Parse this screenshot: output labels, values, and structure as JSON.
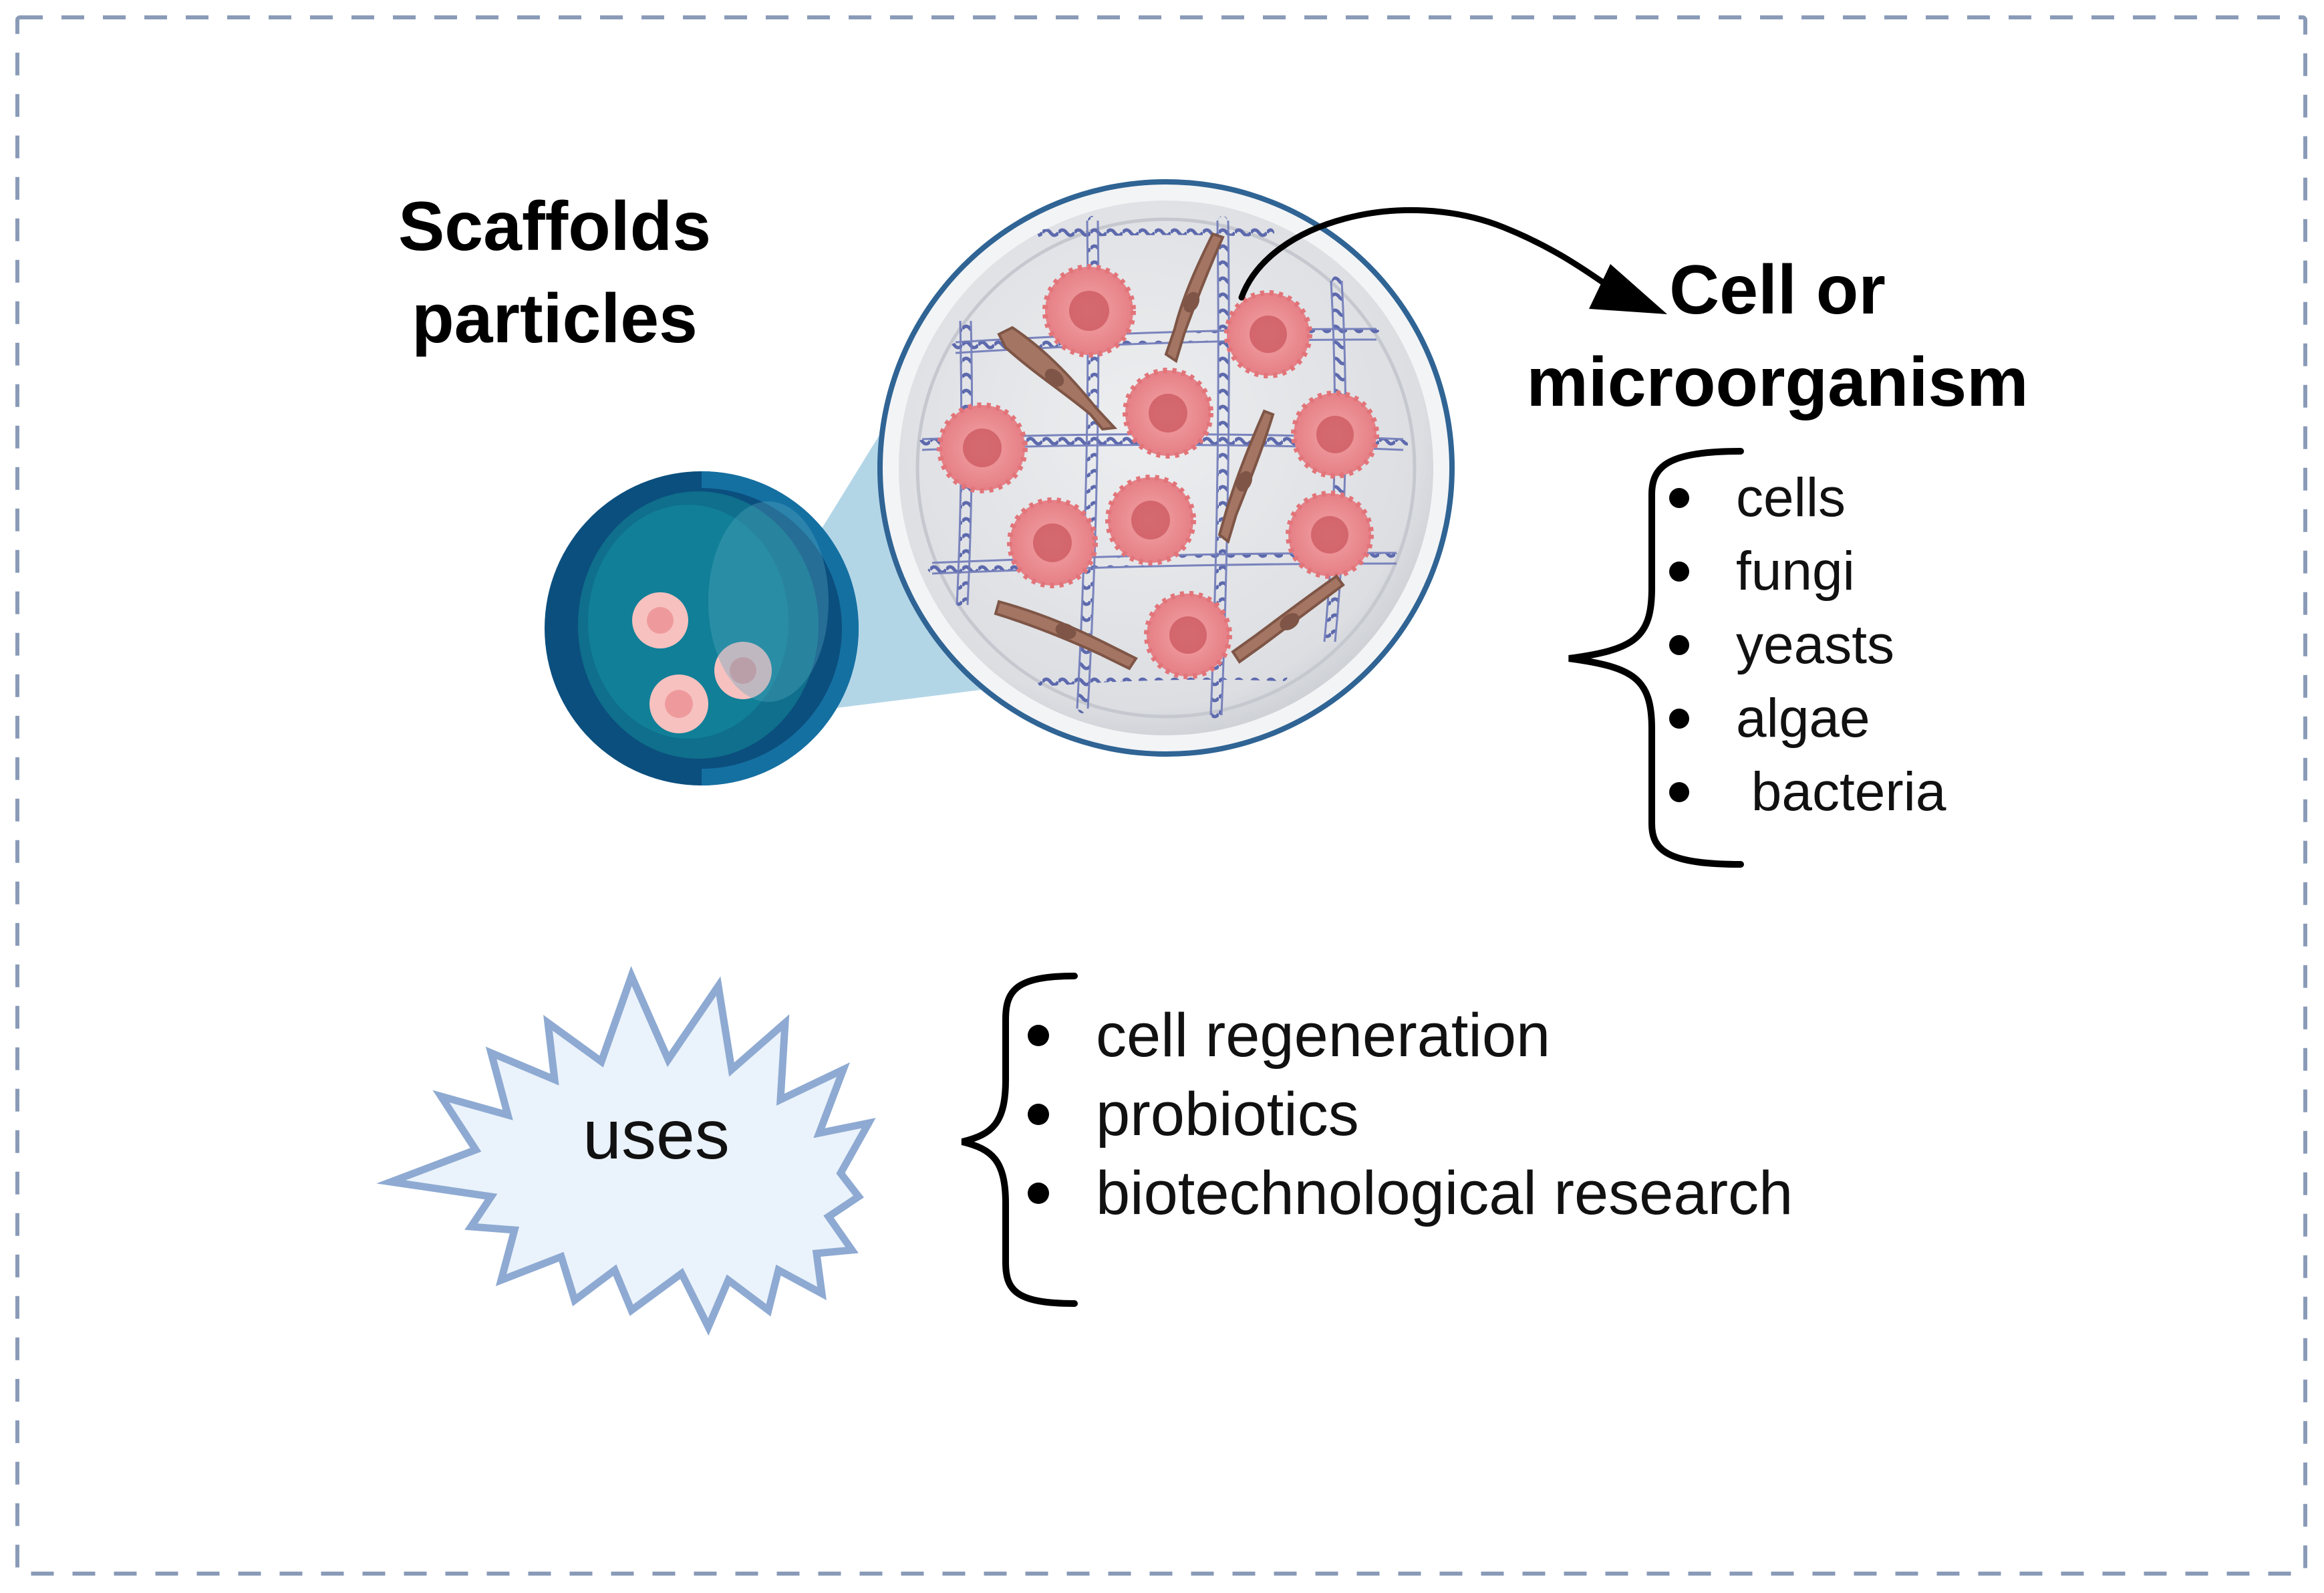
{
  "headings": {
    "scaffolds": [
      "Scaffolds",
      "particles"
    ],
    "organism": [
      "Cell or",
      "microorganism"
    ]
  },
  "organism_types": [
    "cells",
    "fungi",
    "yeasts",
    "algae",
    " bacteria"
  ],
  "uses_label": "uses",
  "uses": [
    "cell regeneration",
    "probiotics",
    "biotechnological research"
  ],
  "colors": {
    "frame_dash": "#8a9bb8",
    "particle_dark": "#0b4f7e",
    "particle_teal": "#117f97",
    "zoom_cone": "#9ecbe0",
    "dish_rim": "#2f6494",
    "dish_fill": "#dfe1e4",
    "mesh_fiber": "#6e79b8",
    "round_cell": "#e68388",
    "round_cell_nucleus": "#c9575e",
    "spindle_cell": "#a47563",
    "star_fill": "#eaf2fb",
    "star_stroke": "#8eaad2"
  },
  "icons": {
    "particle": "scaffold-particle-icon",
    "dish": "cell-mesh-icon",
    "arrow": "curved-arrow-icon",
    "star": "starburst-icon"
  }
}
